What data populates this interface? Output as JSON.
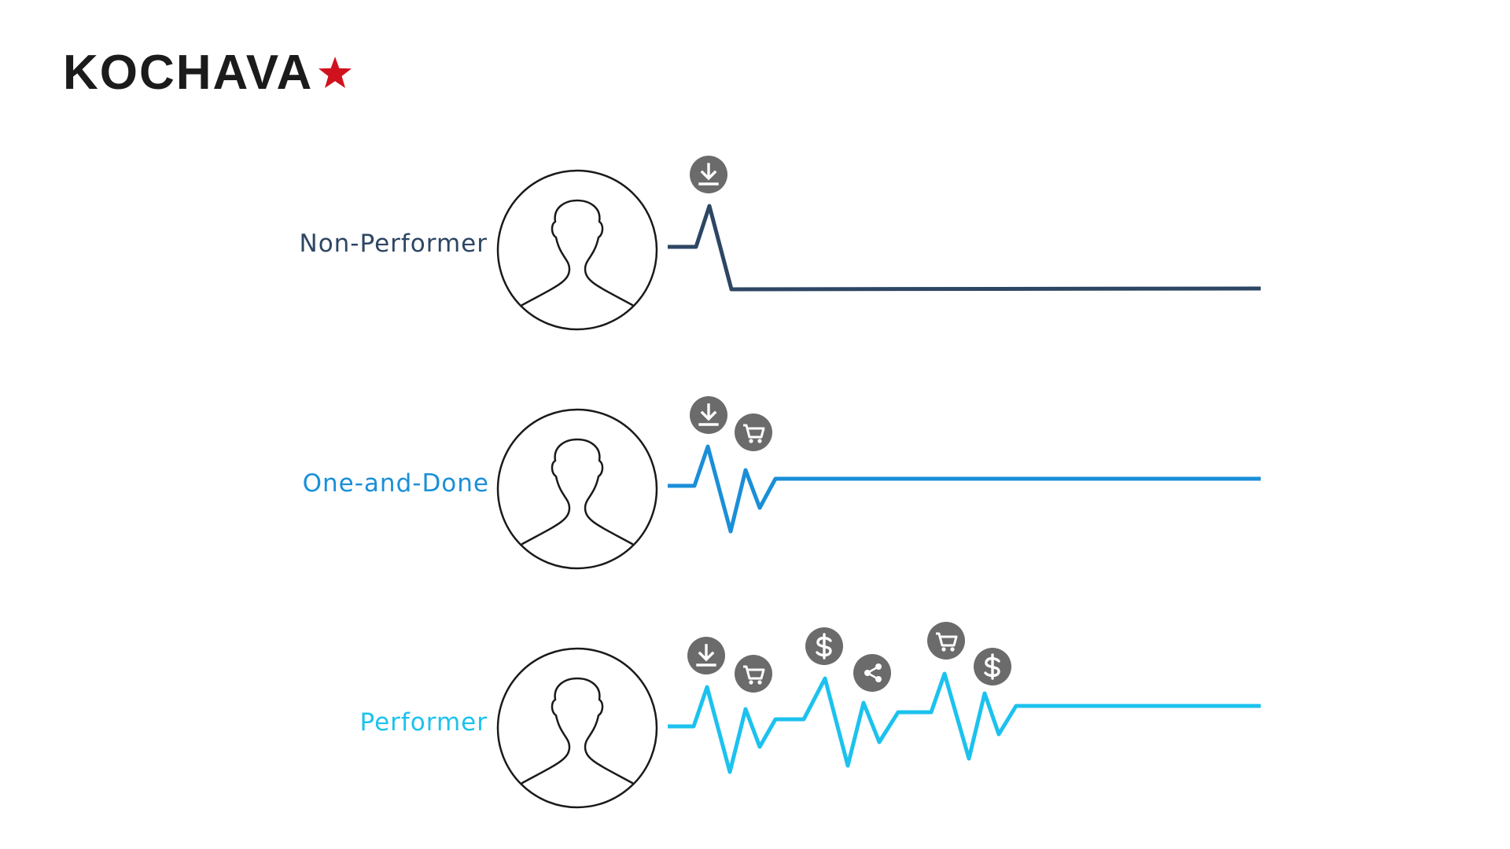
{
  "brand": {
    "name": "KOCHAVA",
    "star_color": "#d0121f",
    "text_color": "#1b1b1b"
  },
  "icon_bg": "#6b6b6b",
  "rows": [
    {
      "label": "Non-Performer",
      "color": "#2d4663",
      "events": [
        "download-icon"
      ]
    },
    {
      "label": "One-and-Done",
      "color": "#1a8fd8",
      "events": [
        "download-icon",
        "cart-icon"
      ]
    },
    {
      "label": "Performer",
      "color": "#1cc2ee",
      "events": [
        "download-icon",
        "cart-icon",
        "dollar-icon",
        "share-icon",
        "cart-icon",
        "dollar-icon"
      ]
    }
  ]
}
